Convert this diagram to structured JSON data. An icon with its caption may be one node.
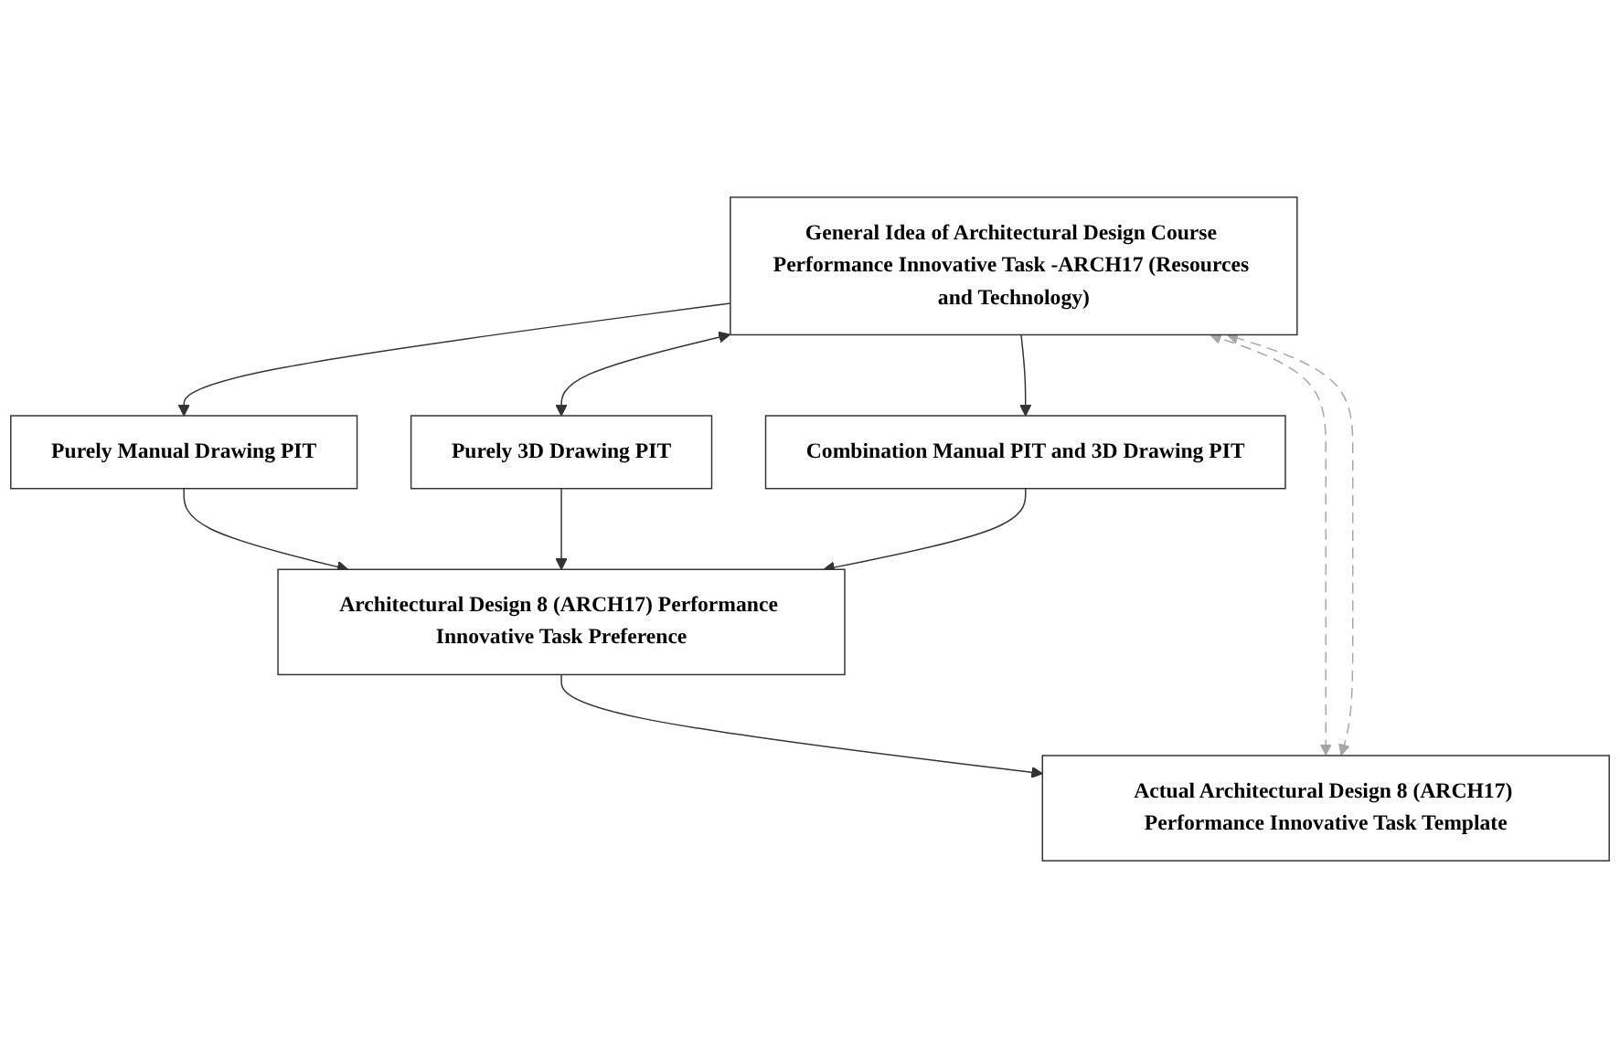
{
  "diagram": {
    "nodes": [
      {
        "text": [
          "General Idea of Architectural Design Course Performance Innovative Task -ARCH17 (Resources and Technology)"
        ]
      },
      {
        "text": [
          "Purely Manual Drawing PIT"
        ]
      },
      {
        "text": [
          "Purely 3D Drawing PIT"
        ]
      },
      {
        "text": [
          "Combination Manual PIT and 3D Drawing PIT"
        ]
      },
      {
        "text": [
          "Architectural Design 8 (ARCH17) Performance Innovative Task Preference"
        ]
      },
      {
        "text": [
          "Actual Architectural Design 8 (ARCH17) Performance Innovative Task Template"
        ]
      }
    ],
    "edges": [
      {
        "from": 0,
        "to": 1,
        "arrow": "to"
      },
      {
        "from": 0,
        "to": 2,
        "arrow": "both"
      },
      {
        "from": 0,
        "to": 3,
        "arrow": "to"
      },
      {
        "from": 1,
        "to": 4,
        "arrow": "to"
      },
      {
        "from": 2,
        "to": 4,
        "arrow": "to"
      },
      {
        "from": 3,
        "to": 4,
        "arrow": "to"
      },
      {
        "from": 4,
        "to": 5,
        "arrow": "to"
      },
      {
        "from": 5,
        "to": 0,
        "arrow": "both",
        "style": "dashed",
        "color": "#a6a6a6"
      },
      {
        "from": 5,
        "to": 0,
        "arrow": "both",
        "style": "dashed",
        "color": "#a6a6a6"
      }
    ]
  }
}
